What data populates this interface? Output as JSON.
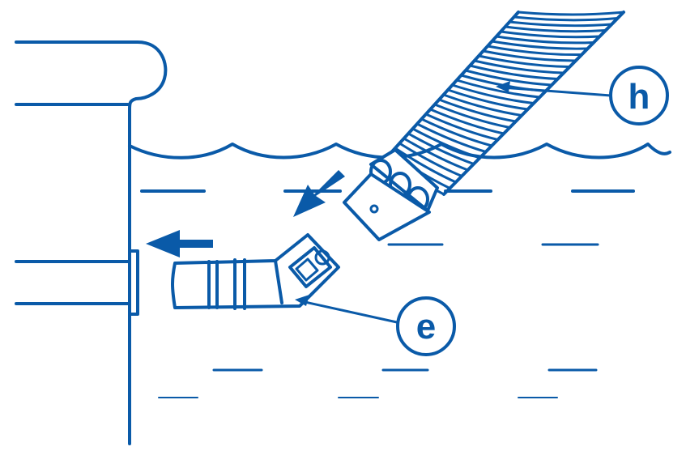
{
  "colors": {
    "line": "#0a5aa8",
    "background": "#ffffff",
    "water": "#ffffff"
  },
  "labels": {
    "hose": "h",
    "fitting": "e"
  },
  "icons": {
    "pool_wall": "pool-wall",
    "hose": "corrugated-hose-icon",
    "fitting": "elbow-connector-icon",
    "arrow_hose": "arrow-down-left-icon",
    "arrow_fitting": "arrow-left-icon"
  }
}
